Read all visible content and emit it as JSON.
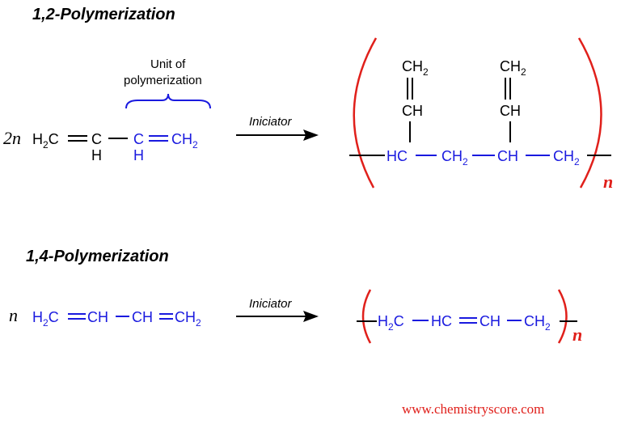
{
  "sections": {
    "s12": {
      "title": "1,2-Polymerization"
    },
    "s14": {
      "title": "1,4-Polymerization"
    }
  },
  "reaction1": {
    "coefficient": "2n",
    "unit_label_line1": "Unit of",
    "unit_label_line2": "polymerization",
    "reagent": "Iniciator",
    "subscript_n": "n"
  },
  "reaction2": {
    "coefficient": "n",
    "reagent": "Iniciator",
    "subscript_n": "n"
  },
  "watermark": "www.chemistryscore.com",
  "colors": {
    "blue": "#1a1adf",
    "red": "#e0201b",
    "black": "#000000"
  }
}
